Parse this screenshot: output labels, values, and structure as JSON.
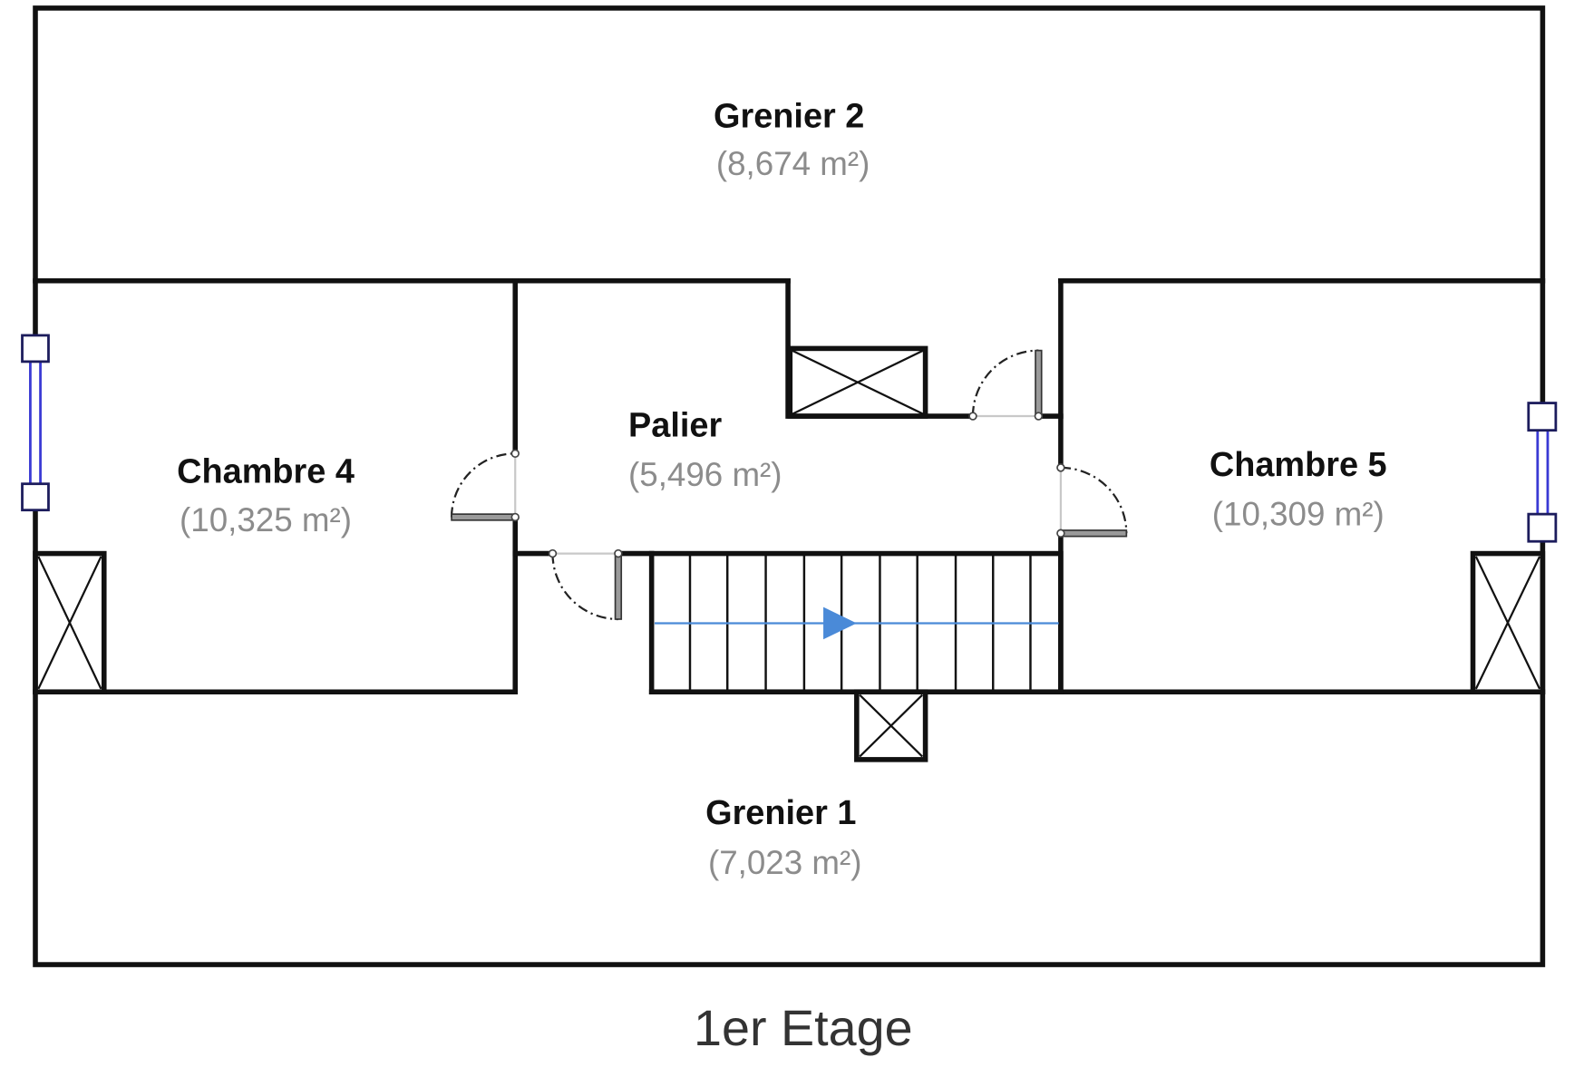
{
  "plan": {
    "floor_title": "1er Etage",
    "rooms": {
      "grenier_2": {
        "name": "Grenier 2",
        "area": "(8,674 m²)"
      },
      "chambre_4": {
        "name": "Chambre 4",
        "area": "(10,325 m²)"
      },
      "palier": {
        "name": "Palier",
        "area": "(5,496 m²)"
      },
      "chambre_5": {
        "name": "Chambre 5",
        "area": "(10,309 m²)"
      },
      "grenier_1": {
        "name": "Grenier 1",
        "area": "(7,023 m²)"
      }
    }
  },
  "colors": {
    "wall": "#111111",
    "area_text": "#8c8c8c",
    "title_text": "#333333",
    "window": "#3a3ad4",
    "stair_arrow": "#4a8ad8"
  }
}
